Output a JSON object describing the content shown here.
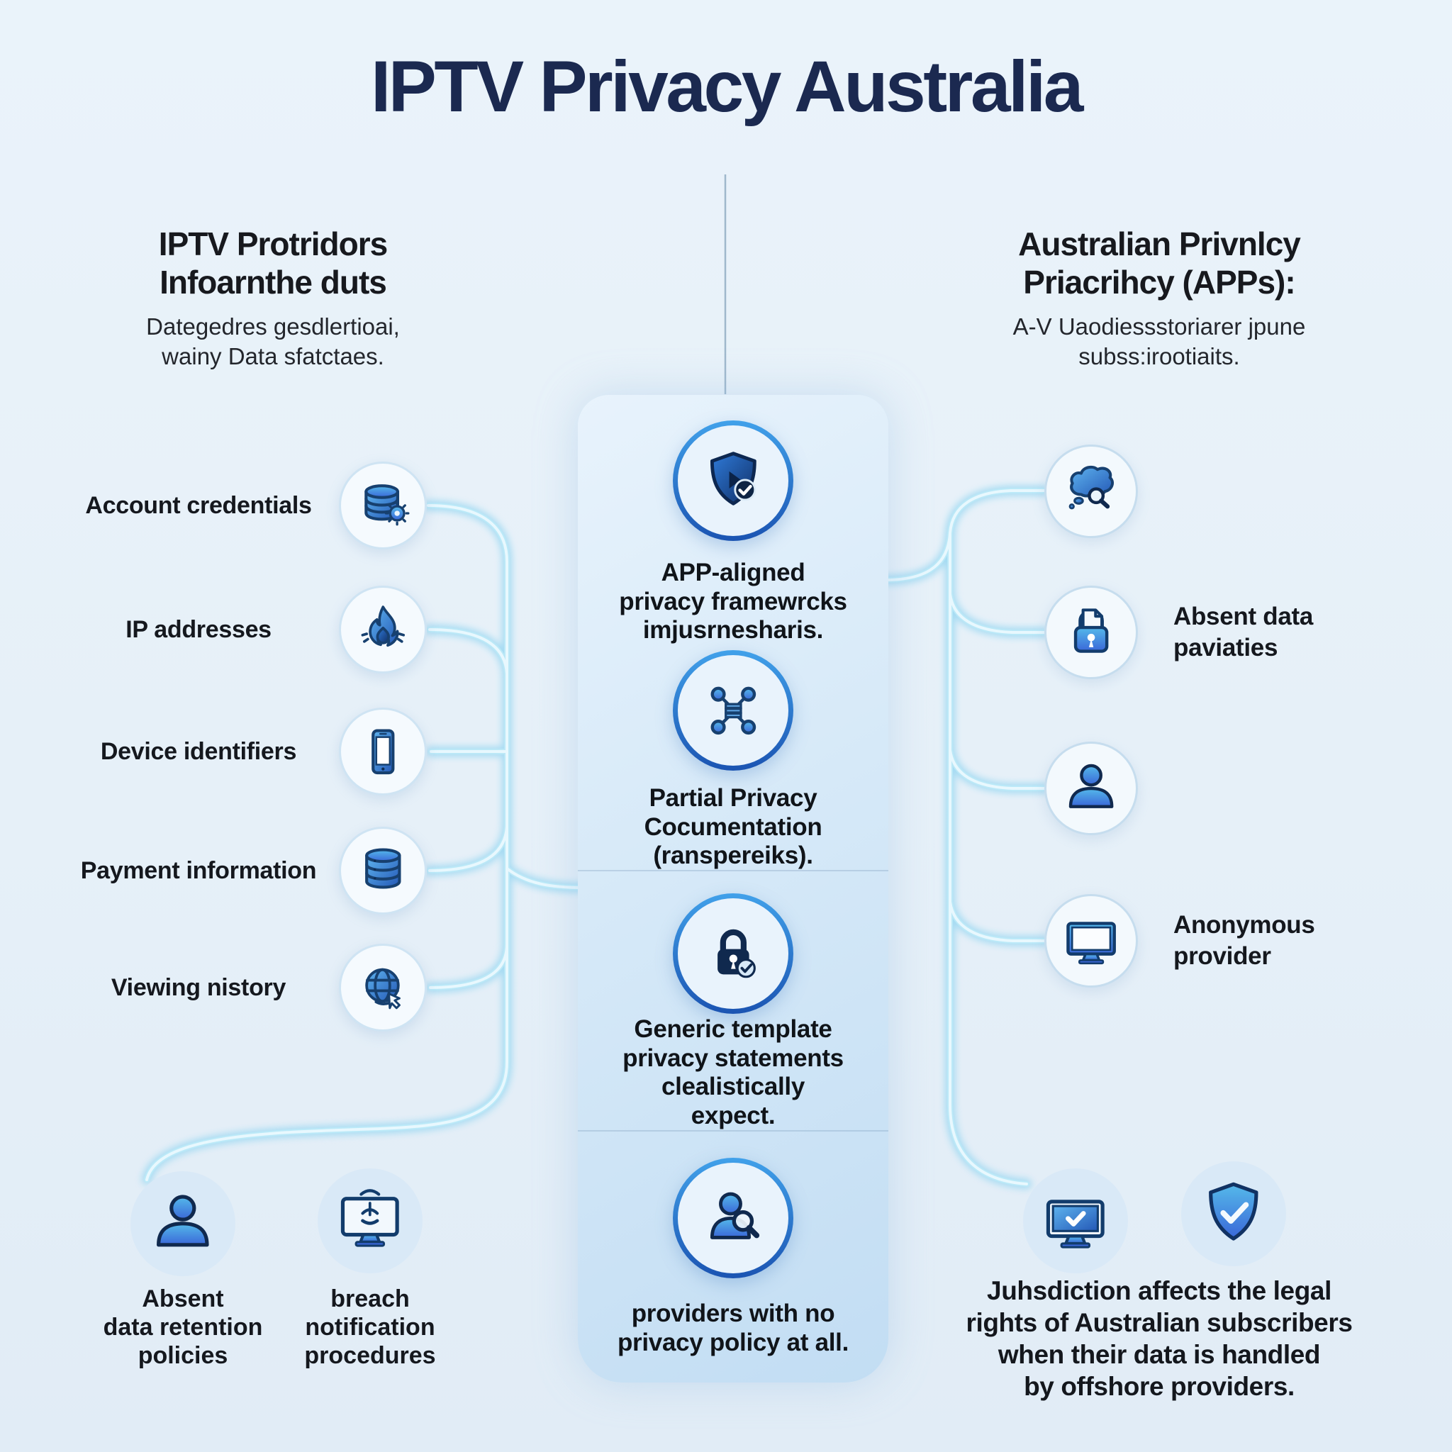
{
  "title": "IPTV Privacy Australia",
  "left_column": {
    "heading": "IPTV Protridors\nInfoarnthe duts",
    "subheading": "Dategedres gesdlertioai,\nwainy Data sfatctaes.",
    "items": [
      {
        "label": "Account credentials",
        "icon": "database-gear-icon"
      },
      {
        "label": "IP addresses",
        "icon": "flame-icon"
      },
      {
        "label": "Device identifiers",
        "icon": "smartphone-icon"
      },
      {
        "label": "Payment information",
        "icon": "server-icon"
      },
      {
        "label": "Viewing nistory",
        "icon": "globe-cursor-icon"
      }
    ]
  },
  "center_panel": {
    "items": [
      {
        "label": "APP-aligned\nprivacy framewrcks\nimjusrnesharis.",
        "icon": "shield-play-check-icon"
      },
      {
        "label": "Partial Privacy\nCocumentation\n(ranspereiks).",
        "icon": "network-nodes-icon"
      },
      {
        "label": "Generic template\nprivacy statements\nclealistically\nexpect.",
        "icon": "lock-check-icon"
      },
      {
        "label": "providers with no\nprivacy policy at all.",
        "icon": "person-search-icon"
      }
    ]
  },
  "right_column": {
    "heading": "Australian Privnlcy\nPriacrihcy (APPs):",
    "subheading": "A-V Uaodiessstoriarer jpune\nsubss:irootiaits.",
    "items": [
      {
        "icon": "thought-bubble-search-icon"
      },
      {
        "label": "Absent data\npaviaties",
        "icon": "lock-document-icon"
      },
      {
        "icon": "person-icon"
      },
      {
        "label": "Anonymous\nprovider",
        "icon": "monitor-icon"
      }
    ]
  },
  "bottom_left": {
    "items": [
      {
        "label": "Absent\ndata retention\npolicies",
        "icon": "person-icon"
      },
      {
        "label": "breach\nnotification\nprocedures",
        "icon": "monitor-breach-icon"
      }
    ]
  },
  "bottom_right": {
    "icons": [
      "monitor-check-icon",
      "shield-check-icon"
    ],
    "note": "Juhsdiction affects the legal\nrights of Australian subscribers\nwhen their data is handled\nby offshore providers."
  },
  "colors": {
    "background": "#e9f2f9",
    "title_text": "#1b2950",
    "body_text": "#15181e",
    "icon_blue_light": "#5eb3ee",
    "icon_blue_dark": "#2458b6",
    "icon_outline": "#123c6c",
    "center_ring_top": "#41a1ea",
    "center_ring_bottom": "#1b54b2",
    "panel_gradient_start": "#e8f3fc",
    "panel_gradient_end": "#c2ddf3",
    "connector_glow": "#aadef6"
  }
}
